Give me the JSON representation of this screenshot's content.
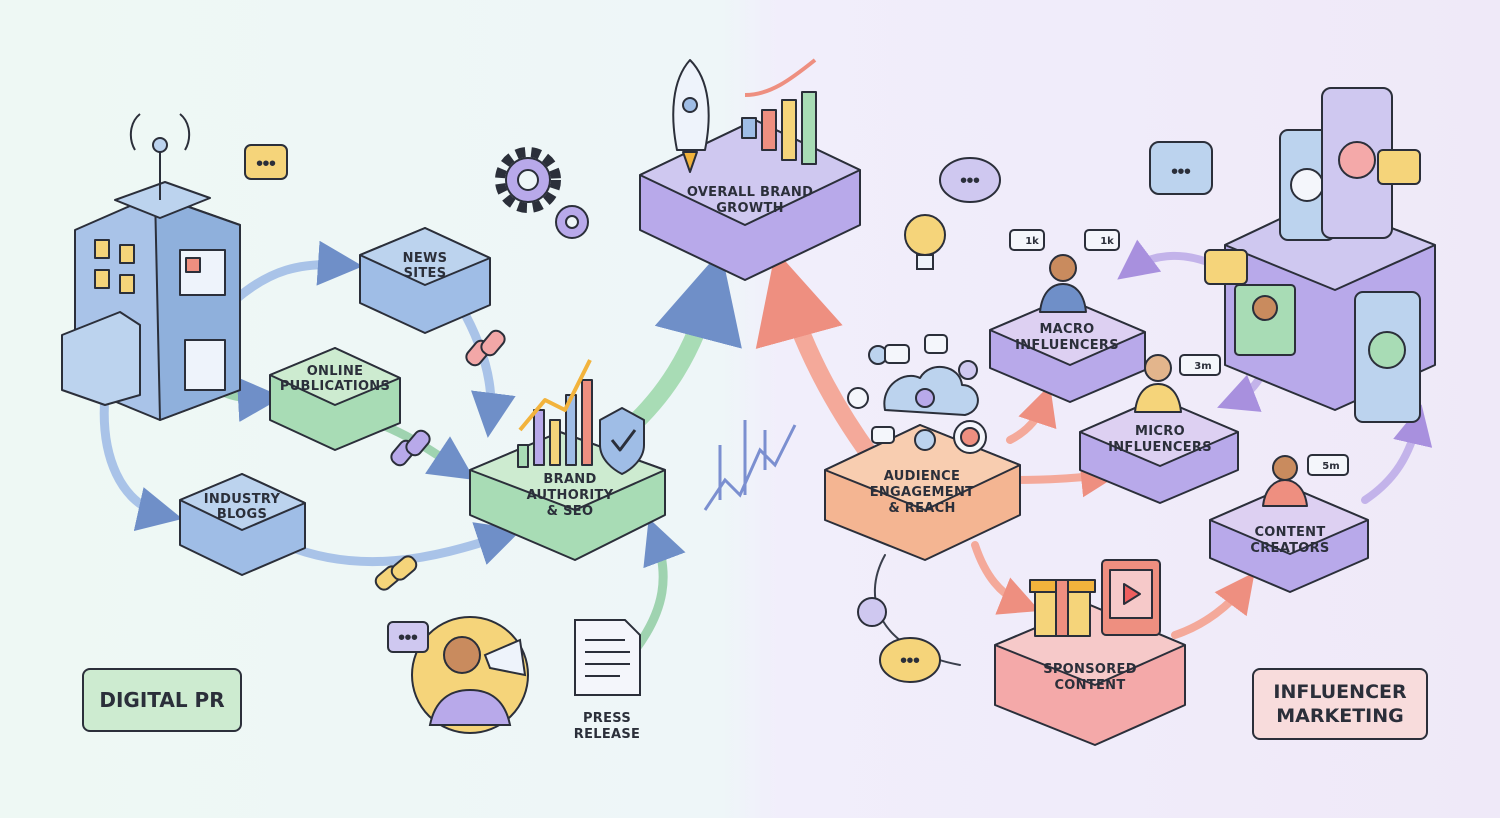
{
  "nodes": {
    "news_sites": [
      "NEWS",
      "SITES"
    ],
    "online_publications": [
      "ONLINE",
      "PUBLICATIONS"
    ],
    "industry_blogs": [
      "INDUSTRY",
      "BLOGS"
    ],
    "brand_authority": [
      "BRAND",
      "AUTHORITY",
      "& SEO"
    ],
    "press_release": [
      "PRESS",
      "RELEASE"
    ],
    "overall_growth": [
      "OVERALL BRAND",
      "GROWTH"
    ],
    "audience": [
      "AUDIENCE",
      "ENGAGEMENT",
      "& REACH"
    ],
    "macro": [
      "MACRO",
      "INFLUENCERS"
    ],
    "micro": [
      "MICRO",
      "INFLUENCERS"
    ],
    "creators": [
      "CONTENT",
      "CREATORS"
    ],
    "sponsored": [
      "SPONSORED",
      "CONTENT"
    ]
  },
  "follower_badges": {
    "macro_a": "1k",
    "macro_b": "1k",
    "micro": "3m",
    "creators": "5m"
  },
  "section_badges": {
    "digital_pr": "DIGITAL PR",
    "influencer_marketing": [
      "INFLUENCER",
      "MARKETING"
    ]
  },
  "colors": {
    "blue": "#bcd3ee",
    "green": "#cdebd0",
    "purple": "#cfc8f0",
    "orange": "#f8cdb0",
    "pink": "#f6c9c9",
    "lavender": "#ddd0f2",
    "outline": "#2b2f3a"
  }
}
